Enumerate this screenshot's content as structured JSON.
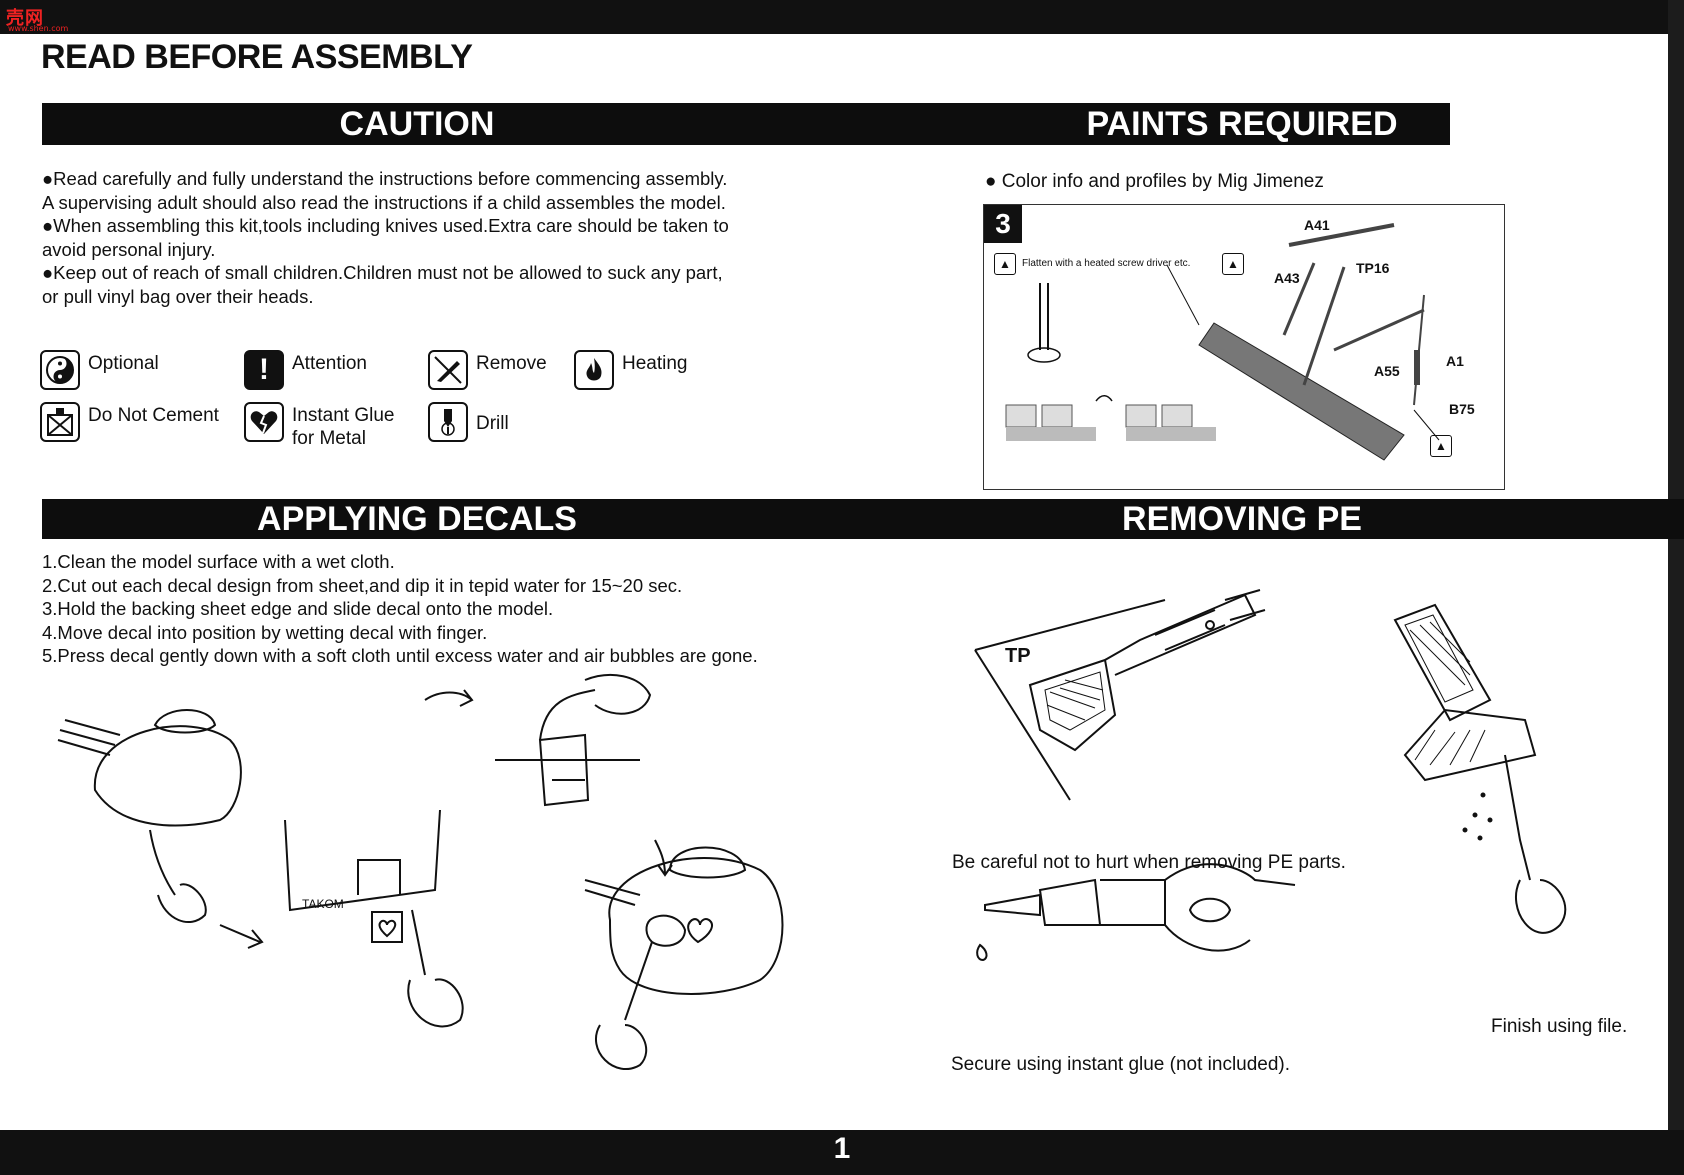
{
  "watermark": {
    "logo": "壳网",
    "sub": "www.shen.com"
  },
  "page_title": "READ BEFORE ASSEMBLY",
  "caution": {
    "title": "CAUTION",
    "lines": [
      "●Read carefully and fully understand the instructions before commencing assembly.",
      "A supervising adult should also read the instructions if a child assembles the model.",
      "●When assembling this kit,tools including knives used.Extra care should be taken to",
      "avoid personal injury.",
      "●Keep out of reach of small children.Children must not be allowed to suck any part,",
      "or pull vinyl bag over their heads."
    ]
  },
  "legend": {
    "optional": "Optional",
    "attention": "Attention",
    "remove": "Remove",
    "heating": "Heating",
    "do_not_cement": "Do Not Cement",
    "instant_glue_1": "Instant Glue",
    "instant_glue_2": "for Metal",
    "drill": "Drill"
  },
  "paints": {
    "title": "PAINTS REQUIRED",
    "info": "● Color info and profiles by Mig Jimenez",
    "step": "3",
    "step_note": "Flatten with a heated screw driver etc.",
    "parts": {
      "a41": "A41",
      "a43": "A43",
      "tp16": "TP16",
      "a55": "A55",
      "a1": "A1",
      "b75": "B75"
    }
  },
  "decals": {
    "title": "APPLYING DECALS",
    "steps": [
      "1.Clean the model surface with a wet cloth.",
      "2.Cut out each decal design from sheet,and dip it in tepid water for 15~20 sec.",
      "3.Hold the backing sheet edge and slide decal onto the model.",
      "4.Move decal into position by wetting decal with finger.",
      "5.Press decal gently down with a soft cloth until excess water and air bubbles are gone."
    ],
    "sheet_brand": "TAKOM"
  },
  "pe": {
    "title": "REMOVING PE",
    "tp_label": "TP",
    "caption_remove": "Be careful not to hurt when removing PE parts.",
    "caption_glue": "Secure using instant glue (not included).",
    "caption_file": "Finish using file."
  },
  "page_number": "1"
}
